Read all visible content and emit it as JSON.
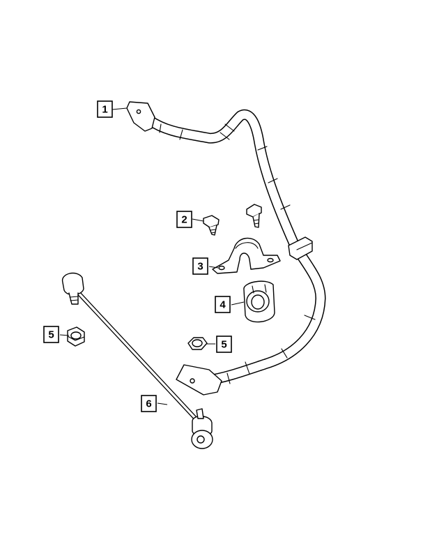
{
  "diagram": {
    "callouts": [
      {
        "id": "c1",
        "label": "1"
      },
      {
        "id": "c2",
        "label": "2"
      },
      {
        "id": "c3",
        "label": "3"
      },
      {
        "id": "c4",
        "label": "4"
      },
      {
        "id": "c5a",
        "label": "5"
      },
      {
        "id": "c5b",
        "label": "5"
      },
      {
        "id": "c6",
        "label": "6"
      }
    ],
    "colors": {
      "line": "#000000",
      "background": "#ffffff"
    }
  }
}
